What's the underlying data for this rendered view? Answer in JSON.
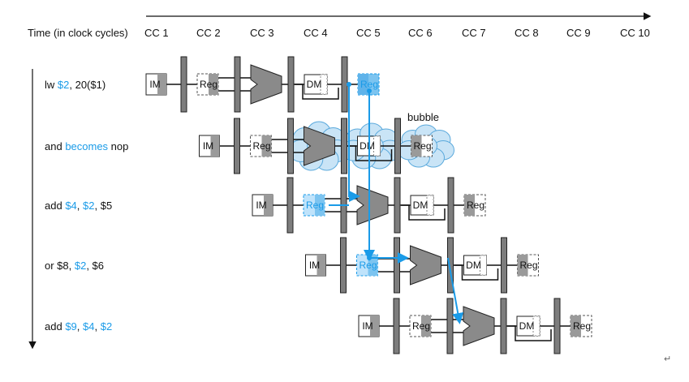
{
  "header": {
    "time_label": "Time (in clock cycles)",
    "clock_cycles": [
      "CC 1",
      "CC 2",
      "CC 3",
      "CC 4",
      "CC 5",
      "CC 6",
      "CC 7",
      "CC 8",
      "CC 9",
      "CC 10"
    ]
  },
  "instructions": [
    {
      "parts": [
        {
          "text": "lw ",
          "blue": false
        },
        {
          "text": "$2",
          "blue": true
        },
        {
          "text": ", 20($1)",
          "blue": false
        }
      ]
    },
    {
      "parts": [
        {
          "text": "and ",
          "blue": false
        },
        {
          "text": "becomes",
          "blue": true
        },
        {
          "text": " nop",
          "blue": false
        }
      ]
    },
    {
      "parts": [
        {
          "text": "add ",
          "blue": false
        },
        {
          "text": "$4",
          "blue": true
        },
        {
          "text": ", ",
          "blue": false
        },
        {
          "text": "$2",
          "blue": true
        },
        {
          "text": ", $5",
          "blue": false
        }
      ]
    },
    {
      "parts": [
        {
          "text": "or $8, ",
          "blue": false
        },
        {
          "text": "$2",
          "blue": true
        },
        {
          "text": ", $6",
          "blue": false
        }
      ]
    },
    {
      "parts": [
        {
          "text": "add ",
          "blue": false
        },
        {
          "text": "$9",
          "blue": true
        },
        {
          "text": ", ",
          "blue": false
        },
        {
          "text": "$4",
          "blue": true
        },
        {
          "text": ", ",
          "blue": false
        },
        {
          "text": "$2",
          "blue": true
        }
      ]
    }
  ],
  "stage_labels": {
    "im": "IM",
    "reg": "Reg",
    "dm": "DM"
  },
  "bubble_label": "bubble",
  "return_mark": "↵",
  "colors": {
    "highlight": "#1a9be8",
    "stage_fill": "#8a8a8a",
    "bubble_fill": "#c9e4f6",
    "bubble_stroke": "#5aa9dc"
  }
}
